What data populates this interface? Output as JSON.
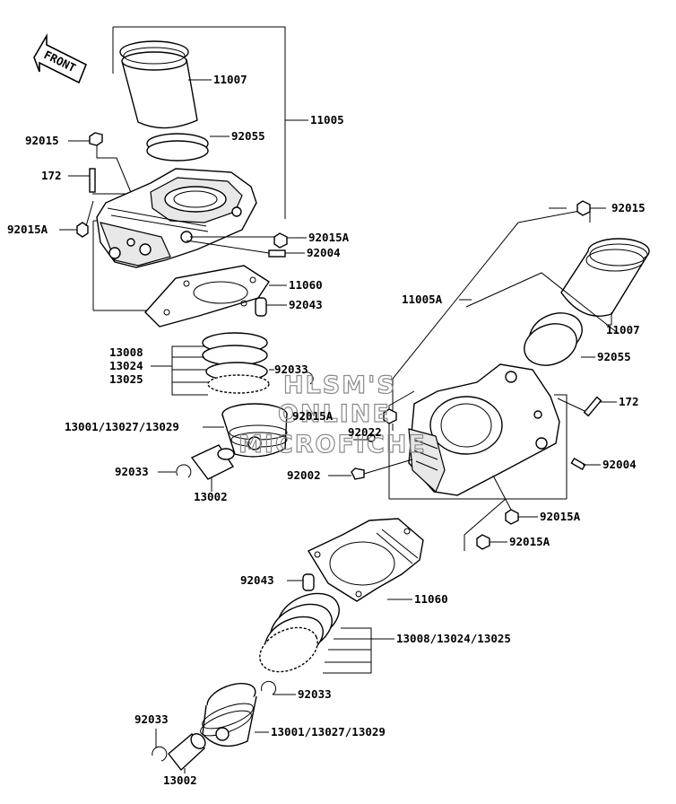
{
  "direction_tag": "FRONT",
  "watermark": [
    "HLSM'S",
    "ONLINE",
    "MICROFICHE"
  ],
  "labels": {
    "l11007a": "11007",
    "l11005": "11005",
    "l92015a": "92015",
    "l92055a": "92055",
    "l172a": "172",
    "l92015Aa": "92015A",
    "l92015Ab": "92015A",
    "l92004a": "92004",
    "l11060a": "11060",
    "l92043a": "92043",
    "l13008a": "13008",
    "l13024a": "13024",
    "l13025a": "13025",
    "l92033a": "92033",
    "l92015Ac": "92015A",
    "l92022": "92022",
    "l13001a": "13001/13027/13029",
    "l92033b": "92033",
    "l13002a": "13002",
    "l92002": "92002",
    "l92015b": "92015",
    "l11005A": "11005A",
    "l11007b": "11007",
    "l92055b": "92055",
    "l172b": "172",
    "l92004b": "92004",
    "l92015Ad": "92015A",
    "l92015Ae": "92015A",
    "l92043b": "92043",
    "l11060b": "11060",
    "l13008b": "13008/13024/13025",
    "l92033c": "92033",
    "l92033d": "92033",
    "l13001b": "13001/13027/13029",
    "l13002b": "13002"
  }
}
